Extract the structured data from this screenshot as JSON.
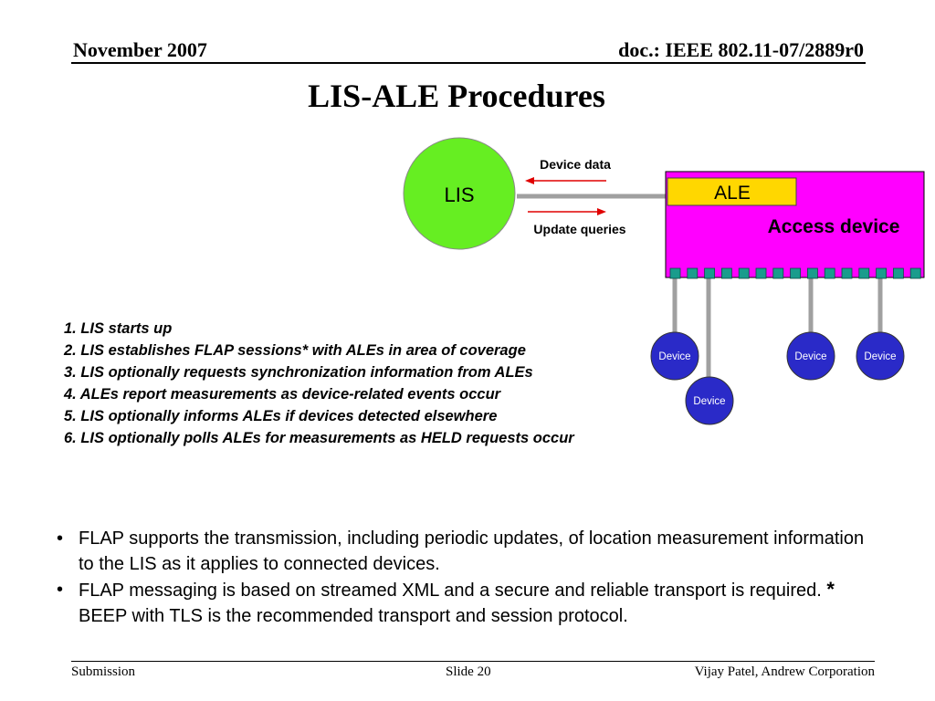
{
  "header": {
    "date": "November 2007",
    "doc_id": "doc.: IEEE 802.11-07/2889r0"
  },
  "title": "LIS-ALE Procedures",
  "diagram": {
    "lis_label": "LIS",
    "device_data_label": "Device data",
    "update_queries_label": "Update queries",
    "ale_label": "ALE",
    "access_device_label": "Access device",
    "device_label": "Device",
    "colors": {
      "lis": "#66ee22",
      "access_device": "#ff00ff",
      "ale": "#ffd700",
      "device": "#2a2ac8",
      "port": "#1a9c8c",
      "arrow": "#e00000",
      "link": "#a0a0a0"
    }
  },
  "steps": [
    "1. LIS starts up",
    "2. LIS establishes FLAP sessions* with ALEs in area of coverage",
    "3. LIS optionally requests synchronization information from ALEs",
    "4. ALEs report measurements as device-related events occur",
    "5. LIS optionally informs ALEs if devices detected elsewhere",
    "6. LIS optionally polls ALEs for measurements as HELD requests occur"
  ],
  "bullets": {
    "bullet_char": "•",
    "b1": "FLAP supports the transmission, including periodic updates, of location measurement information to the LIS as it applies to connected devices.",
    "b2_pre": "FLAP messaging is based on streamed XML and a secure and reliable transport is required.",
    "b2_star": "*",
    "b2_post": "BEEP with TLS is the recommended transport and session protocol."
  },
  "footer": {
    "left": "Submission",
    "center": "Slide 20",
    "right": "Vijay Patel, Andrew Corporation"
  }
}
